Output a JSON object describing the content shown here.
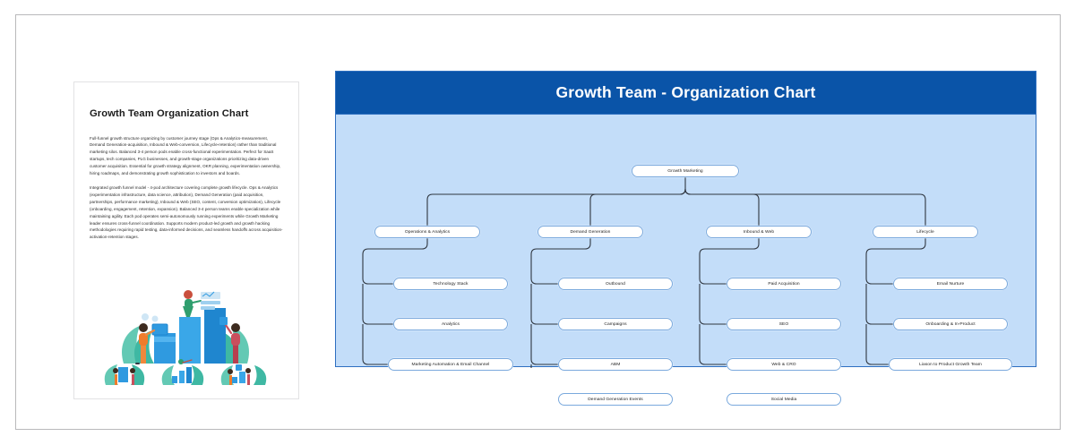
{
  "document_card": {
    "title": "Growth Team Organization Chart",
    "paragraphs": [
      "Full-funnel growth structure organizing by customer journey stage (Ops & Analytics-measurement, Demand Generation-acquisition, Inbound & Web-conversion, Lifecycle-retention) rather than traditional marketing silos. Balanced 3-4 person pods enable cross-functional experimentation. Perfect for SaaS startups, tech companies, PLG businesses, and growth-stage organizations prioritizing data-driven customer acquisition. Essential for growth strategy alignment, OKR planning, experimentation ownership, hiring roadmaps, and demonstrating growth sophistication to investors and boards.",
      "Integrated growth funnel model - 4-pod architecture covering complete growth lifecycle. Ops & Analytics (experimentation infrastructure, data science, attribution), Demand Generation (paid acquisition, partnerships, performance marketing), Inbound & Web (SEO, content, conversion optimization), Lifecycle (onboarding, engagement, retention, expansion). Balanced 3-4 person teams enable specialization while maintaining agility. Each pod operates semi-autonomously running experiments while Growth Marketing leader ensures cross-funnel coordination. Supports modern product-led growth and growth hacking methodologies requiring rapid testing, data-informed decisions, and seamless handoffs across acquisition-activation-retention stages."
    ],
    "illustration_alt": "growth-bar-chart-people-illustration"
  },
  "chart_panel": {
    "header_title": "Growth Team - Organization Chart",
    "colors": {
      "header_background": "#0a54a8",
      "header_text": "#ffffff",
      "body_background": "#c3ddf9",
      "node_background": "#ffffff",
      "node_border": "#7aa9dd",
      "connector": "#2f3640",
      "panel_border": "#2e6fc0"
    }
  },
  "chart_data": {
    "type": "diagram",
    "title": "Growth Team - Organization Chart",
    "root": "Growth Marketing",
    "branches": [
      {
        "name": "Operations & Analytics",
        "children": [
          "Technology Stack",
          "Analytics",
          "Marketing Automation & Email Channel"
        ]
      },
      {
        "name": "Demand Generation",
        "children": [
          "Outbound",
          "Campaigns",
          "ABM",
          "Demand Generation Events"
        ]
      },
      {
        "name": "Inbound & Web",
        "children": [
          "Paid Acquisition",
          "SEO",
          "Web & CRO",
          "Social Media"
        ]
      },
      {
        "name": "Lifecycle",
        "children": [
          "Email Nurture",
          "Onboarding & In-Product",
          "Liason to Product Growth Team"
        ]
      }
    ]
  }
}
